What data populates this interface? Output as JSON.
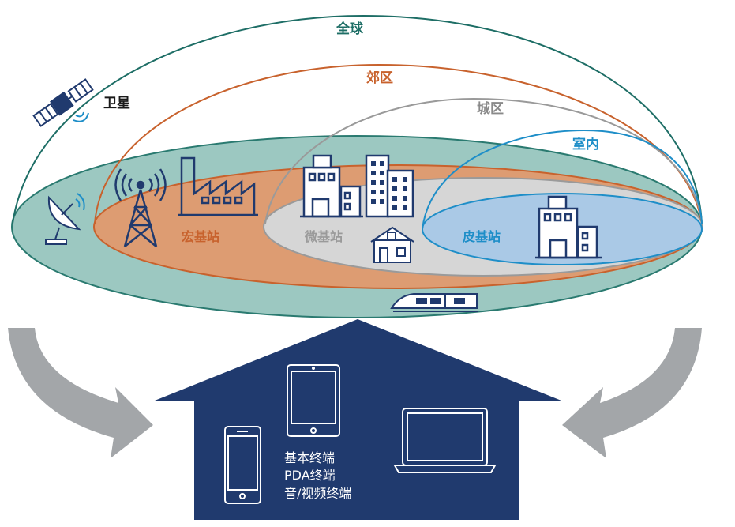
{
  "colors": {
    "global": "#2a7a70",
    "suburb": "#c8622d",
    "urban": "#9a9a9a",
    "indoor": "#1e8ec8",
    "teal_fill": "#9cc8c1",
    "orange_fill": "#dd9c72",
    "gray_fill": "#d6d6d6",
    "blue_fill": "#aac9e6",
    "navy": "#203a6e",
    "arrow": "#a3a6a9"
  },
  "labels": {
    "global": "全球",
    "suburb": "郊区",
    "urban": "城区",
    "indoor": "室内",
    "satellite": "卫星",
    "macro": "宏基站",
    "micro": "微基站",
    "pico": "皮基站"
  },
  "devices": {
    "line1": "基本终端",
    "line2": "PDA终端",
    "line3": "音/视频终端"
  },
  "icons": [
    "satellite-icon",
    "satellite-dish-icon",
    "cell-tower-icon",
    "factory-icon",
    "office-building-icon",
    "tower-block-icon",
    "house-icon",
    "train-icon",
    "smartphone-icon",
    "tablet-icon",
    "laptop-icon"
  ]
}
